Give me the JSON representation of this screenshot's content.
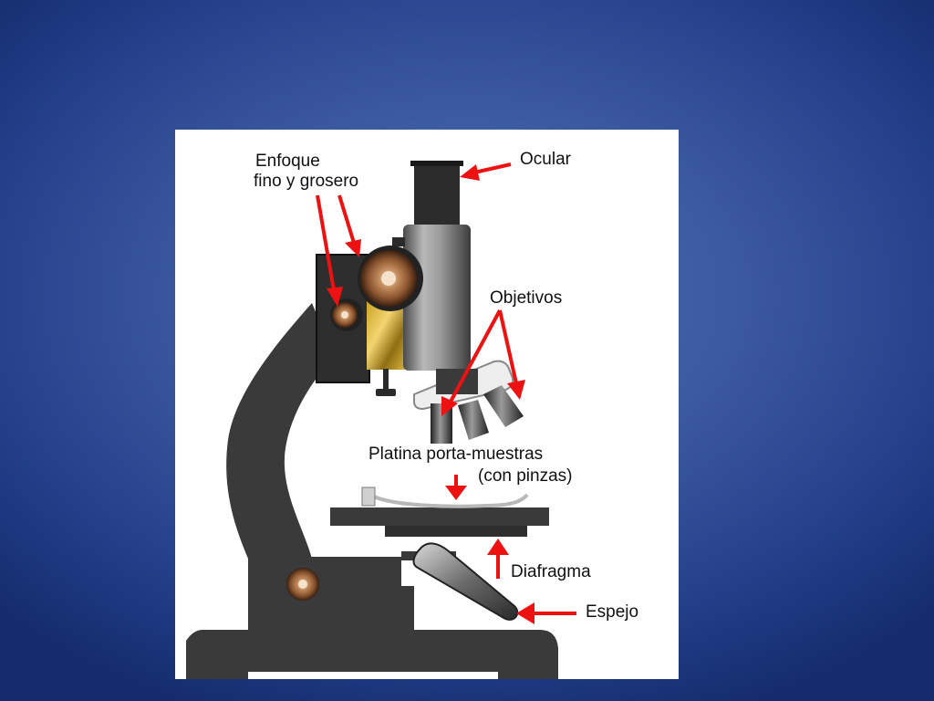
{
  "slide": {
    "diagram_title": "",
    "labels": {
      "enfoque_line1": "Enfoque",
      "enfoque_line2": "fino y grosero",
      "ocular": "Ocular",
      "objetivos": "Objetivos",
      "platina_line1": "Platina porta-muestras",
      "platina_line2": "(con pinzas)",
      "diafragma": "Diafragma",
      "espejo": "Espejo"
    }
  },
  "colors": {
    "background": "#3c5aa2",
    "body": "#3a3a3a",
    "arrow": "#ee1111",
    "tube": "#8a8a8a",
    "knob": "#b07a4e"
  }
}
